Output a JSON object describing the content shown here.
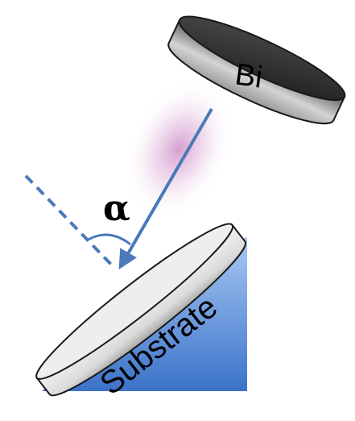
{
  "labels": {
    "source": "Bi",
    "substrate": "Substrate",
    "angle": "α"
  },
  "colors": {
    "beam": "#4a7ab8",
    "wedge_top": "#a9c9f4",
    "wedge_bottom": "#3b73c9",
    "cylinder_dark": "#2b2b2b",
    "cylinder_light": "#cfcfcf",
    "plume": "#c77fc0"
  }
}
